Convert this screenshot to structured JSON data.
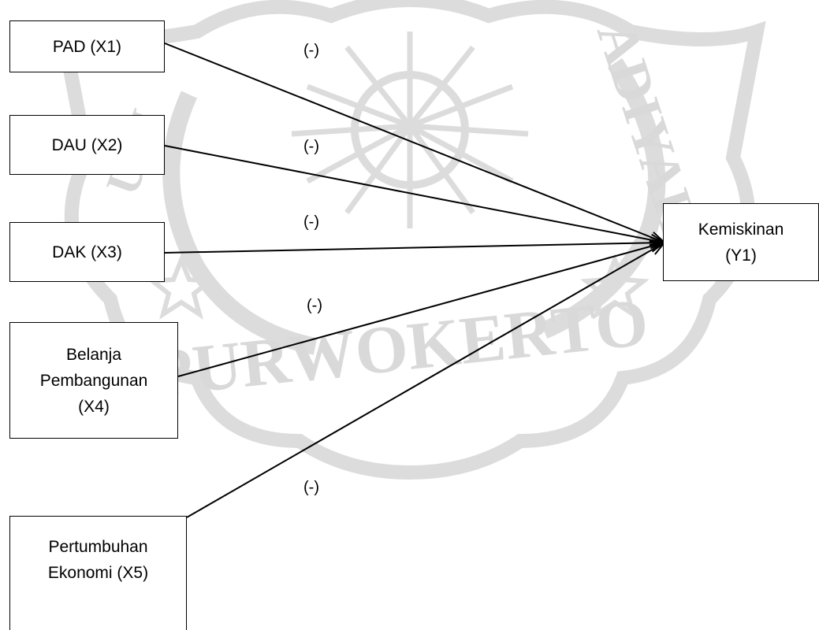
{
  "colors": {
    "line": "#000000",
    "watermark": "#d9d9d9",
    "background": "#ffffff"
  },
  "watermark": {
    "kind": "university-seal",
    "arc_text": "ADIYAH",
    "bottom_text": "PURWOKERTO",
    "left_text": "UNI"
  },
  "nodes": [
    {
      "id": "x1",
      "lines": [
        "PAD (X1)"
      ]
    },
    {
      "id": "x2",
      "lines": [
        "DAU (X2)"
      ]
    },
    {
      "id": "x3",
      "lines": [
        "DAK (X3)"
      ]
    },
    {
      "id": "x4",
      "lines": [
        "Belanja",
        "Pembangunan",
        "(X4)"
      ]
    },
    {
      "id": "x5",
      "lines": [
        "Pertumbuhan",
        "Ekonomi (X5)"
      ]
    },
    {
      "id": "y1",
      "lines": [
        "Kemiskinan",
        "(Y1)"
      ]
    }
  ],
  "edges": [
    {
      "from": "x1",
      "to": "y1",
      "label": "(-)"
    },
    {
      "from": "x2",
      "to": "y1",
      "label": "(-)"
    },
    {
      "from": "x3",
      "to": "y1",
      "label": "(-)"
    },
    {
      "from": "x4",
      "to": "y1",
      "label": "(-)"
    },
    {
      "from": "x5",
      "to": "y1",
      "label": "(-)"
    }
  ]
}
